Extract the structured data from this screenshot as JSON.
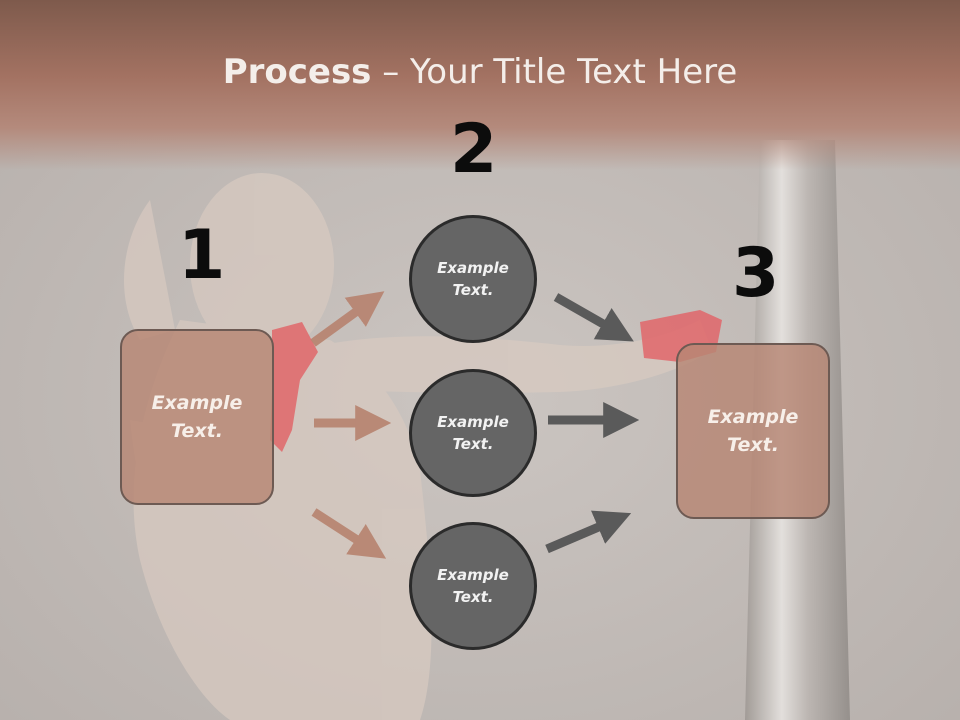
{
  "title": {
    "bold": "Process",
    "rest": " – Your Title Text Here"
  },
  "steps": {
    "one": "1",
    "two": "2",
    "three": "3"
  },
  "left_box": {
    "line1": "Example",
    "line2": "Text."
  },
  "right_box": {
    "line1": "Example",
    "line2": "Text."
  },
  "circles": [
    {
      "line1": "Example",
      "line2": "Text."
    },
    {
      "line1": "Example",
      "line2": "Text."
    },
    {
      "line1": "Example",
      "line2": "Text."
    }
  ],
  "colors": {
    "box_fill": "#b78674",
    "circle_fill": "#656565",
    "arrow_left": "#b7836f",
    "arrow_right": "#5a5a5a",
    "title_band": "#a37262"
  }
}
